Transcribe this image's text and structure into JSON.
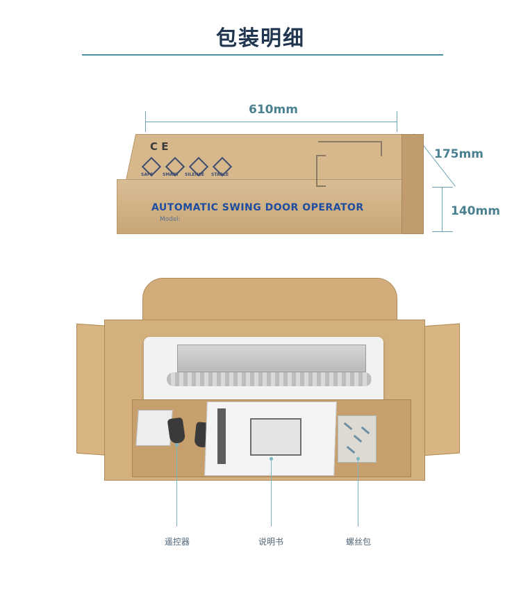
{
  "header": {
    "title": "包装明细"
  },
  "dimensions": {
    "length": "610mm",
    "depth": "175mm",
    "height": "140mm"
  },
  "box": {
    "label": "AUTOMATIC  SWING DOOR OPERATOR",
    "model_label": "Model:",
    "ce_mark": "C E",
    "features": [
      "SAFE",
      "SMART",
      "SILENCE",
      "STABLE"
    ]
  },
  "callouts": {
    "remote": "遥控器",
    "manual": "说明书",
    "screws": "螺丝包"
  },
  "colors": {
    "title": "#1f3550",
    "accent": "#4a8fa0",
    "box_text": "#1e4da0",
    "cardboard": "#d4b07e"
  }
}
